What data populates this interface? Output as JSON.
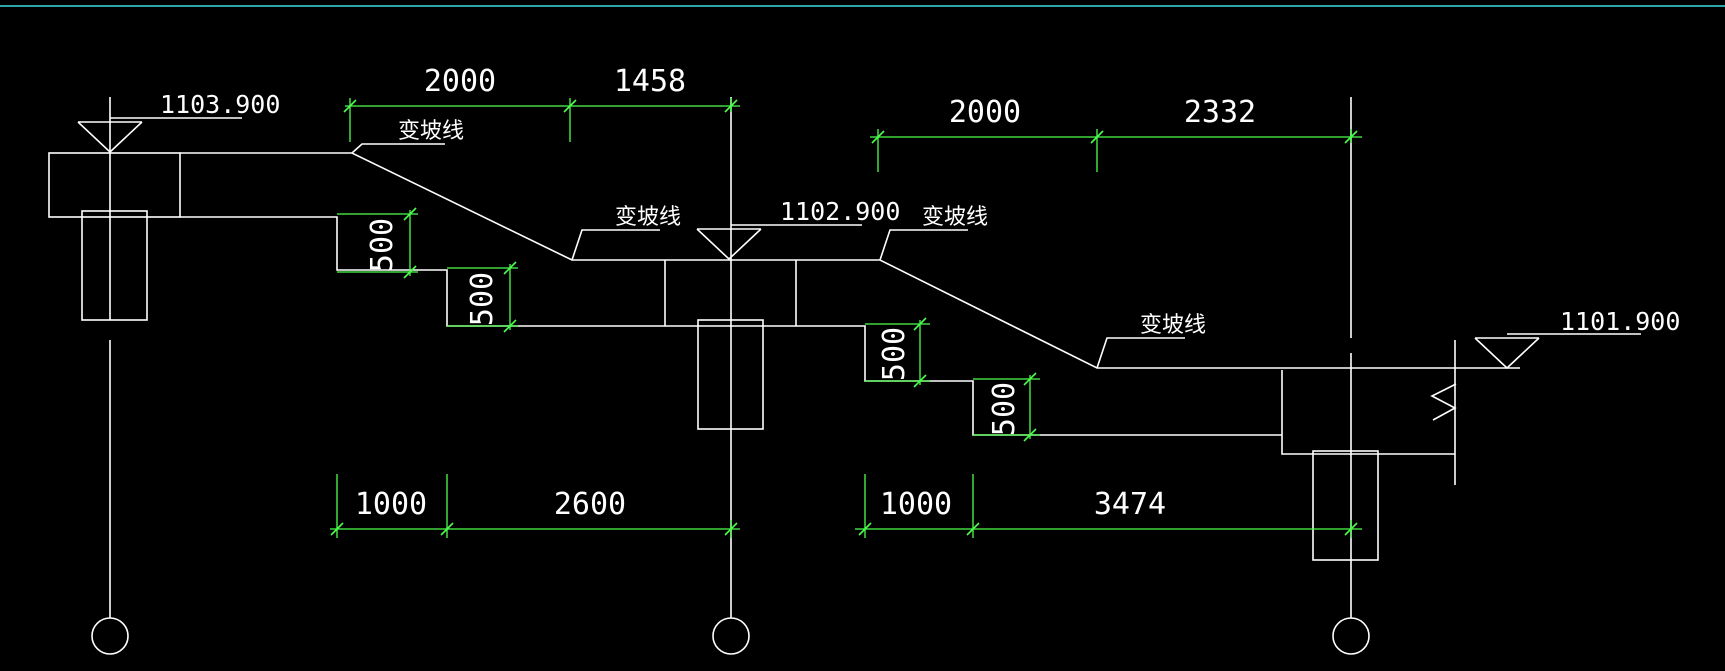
{
  "ui": {
    "accent_color": "#2fa6a6",
    "line_color": "#ffffff",
    "dim_color": "#4cff4c"
  },
  "diagram": {
    "levels": [
      "1103.900",
      "1102.900",
      "1101.900"
    ],
    "slope_label": "变坡线",
    "dims_top": [
      "2000",
      "1458",
      "2000",
      "2332"
    ],
    "dims_bottom": [
      "1000",
      "2600",
      "1000",
      "3474"
    ],
    "step_heights": [
      "500",
      "500",
      "500",
      "500"
    ]
  }
}
